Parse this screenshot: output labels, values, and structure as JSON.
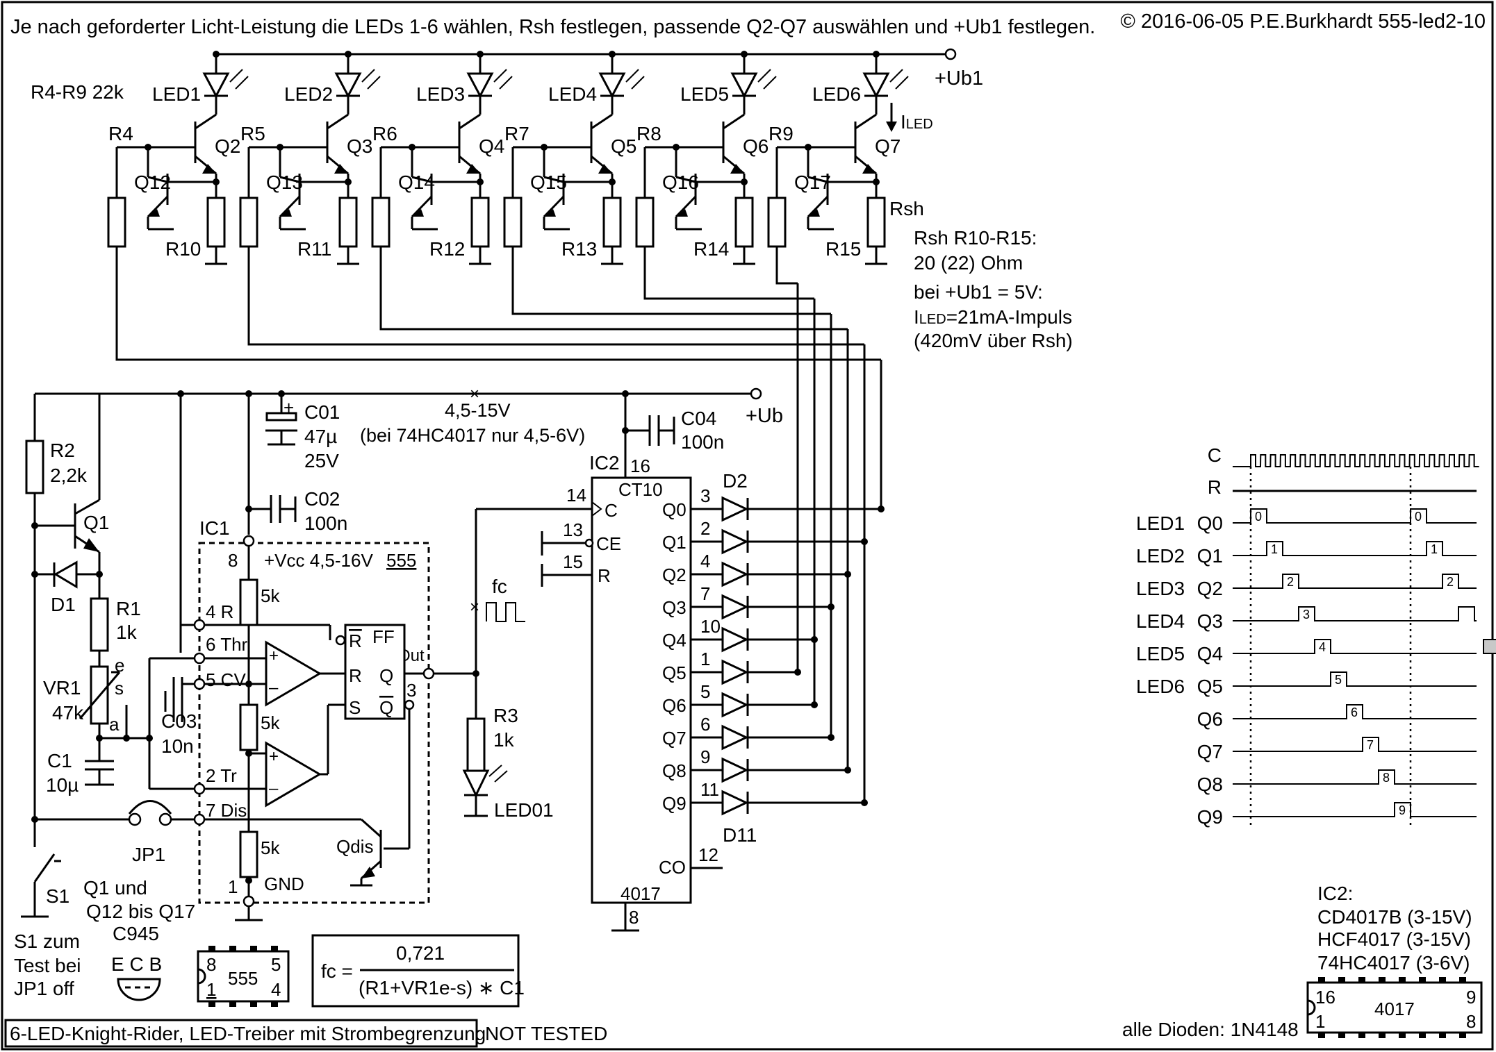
{
  "header": {
    "instruction": "Je nach geforderter Licht-Leistung die LEDs 1-6 wählen, Rsh festlegen,  passende Q2-Q7 auswählen und +Ub1 festlegen.",
    "copyright": "© 2016-06-05 P.E.Burkhardt 555-led2-10"
  },
  "supply": {
    "ub1": "+Ub1",
    "ub": "+Ub",
    "range": "4,5-15V",
    "range_note": "(bei 74HC4017 nur 4,5-6V)",
    "iled": "I",
    "iled_sub": "LED"
  },
  "driver": {
    "r_note": "R4-R9  22k",
    "leds": [
      "LED1",
      "LED2",
      "LED3",
      "LED4",
      "LED5",
      "LED6"
    ],
    "transistors": [
      "Q2",
      "Q3",
      "Q4",
      "Q5",
      "Q6",
      "Q7"
    ],
    "limiters": [
      "Q12",
      "Q13",
      "Q14",
      "Q15",
      "Q16",
      "Q17"
    ],
    "base_resistors": [
      "R4",
      "R5",
      "R6",
      "R7",
      "R8",
      "R9"
    ],
    "shunts": [
      "R10",
      "R11",
      "R12",
      "R13",
      "R14",
      "R15"
    ],
    "rsh": "Rsh",
    "notes": [
      "Rsh R10-R15:",
      "20 (22) Ohm",
      "bei +Ub1 = 5V:",
      "=21mA-Impuls",
      "(420mV über Rsh)"
    ],
    "note_iled": "I",
    "note_iled_sub": "LED"
  },
  "timer": {
    "ic": "IC1",
    "chip": "555",
    "vcc": "+Vcc  4,5-16V",
    "ff": "FF",
    "pins": {
      "p8": "8",
      "p4": "4 R",
      "p6": "6 Thr",
      "p5": "5 CV",
      "p2": "2 Tr",
      "p7": "7 Dis",
      "p1": "1",
      "p3": "3"
    },
    "gnd": "GND",
    "res": "5k",
    "ff_r_bar": "R",
    "ff_r": "R",
    "ff_s": "S",
    "ff_q": "Q",
    "ff_qbar": "Q",
    "out": "Out",
    "qdis": "Qdis"
  },
  "parts": {
    "c01": [
      "C01",
      "47µ",
      "25V"
    ],
    "c02": [
      "C02",
      "100n"
    ],
    "c03": [
      "C03",
      "10n"
    ],
    "c04": [
      "C04",
      "100n"
    ],
    "r2": [
      "R2",
      "2,2k"
    ],
    "q1": "Q1",
    "d1": "D1",
    "r1": [
      "R1",
      "1k"
    ],
    "vr1": [
      "VR1",
      "47k"
    ],
    "vr1_e": "e",
    "vr1_s": "s",
    "vr1_a": "a",
    "c1": [
      "C1",
      "10µ"
    ],
    "jp1": "JP1",
    "s1": "S1",
    "r3": [
      "R3",
      "1k"
    ],
    "led01": "LED01",
    "fc": "fc",
    "plus": "+"
  },
  "counter": {
    "ic": "IC2",
    "type": "CT10",
    "chip": "4017",
    "pin16": "16",
    "pin8": "8",
    "inputs": [
      {
        "num": "14",
        "name": "C"
      },
      {
        "num": "13",
        "name": "CE"
      },
      {
        "num": "15",
        "name": "R"
      }
    ],
    "outputs": [
      {
        "name": "Q0",
        "pin": "3"
      },
      {
        "name": "Q1",
        "pin": "2"
      },
      {
        "name": "Q2",
        "pin": "4"
      },
      {
        "name": "Q3",
        "pin": "7"
      },
      {
        "name": "Q4",
        "pin": "10"
      },
      {
        "name": "Q5",
        "pin": "1"
      },
      {
        "name": "Q6",
        "pin": "5"
      },
      {
        "name": "Q7",
        "pin": "6"
      },
      {
        "name": "Q8",
        "pin": "9"
      },
      {
        "name": "Q9",
        "pin": "11"
      }
    ],
    "co": "CO",
    "co_pin": "12",
    "d2": "D2",
    "d11": "D11"
  },
  "timing": {
    "c": "C",
    "r": "R",
    "rows": [
      {
        "led": "LED1",
        "q": "Q0"
      },
      {
        "led": "LED2",
        "q": "Q1"
      },
      {
        "led": "LED3",
        "q": "Q2"
      },
      {
        "led": "LED4",
        "q": "Q3"
      },
      {
        "led": "LED5",
        "q": "Q4"
      },
      {
        "led": "LED6",
        "q": "Q5"
      },
      {
        "led": "",
        "q": "Q6"
      },
      {
        "led": "",
        "q": "Q7"
      },
      {
        "led": "",
        "q": "Q8"
      },
      {
        "led": "",
        "q": "Q9"
      }
    ],
    "pulse_labels": [
      "0",
      "1",
      "2",
      "3",
      "4",
      "5",
      "6",
      "7",
      "8",
      "9"
    ]
  },
  "notes": {
    "q1_note": [
      "Q1 und",
      "Q12 bis Q17",
      "C945"
    ],
    "ecb": "E C B",
    "s1_note": [
      "S1 zum",
      "Test bei",
      "JP1 off"
    ],
    "pkg555": {
      "p8": "8",
      "p5": "5",
      "name": "555",
      "p1": "1",
      "p4": "4"
    },
    "formula_lhs": "fc =",
    "formula_num": "0,721",
    "formula_den": "(R1+VR1e-s) ∗ C1",
    "ic2_title": "IC2:",
    "ic2_variants": [
      "CD4017B (3-15V)",
      "HCF4017 (3-15V)",
      "74HC4017 (3-6V)"
    ],
    "pkg4017": {
      "p16": "16",
      "p9": "9",
      "name": "4017",
      "p1": "1",
      "p8": "8"
    },
    "diodes": "alle Dioden: 1N4148"
  },
  "footer": {
    "title": "6-LED-Knight-Rider, LED-Treiber mit Strombegrenzung",
    "status": "NOT TESTED"
  }
}
